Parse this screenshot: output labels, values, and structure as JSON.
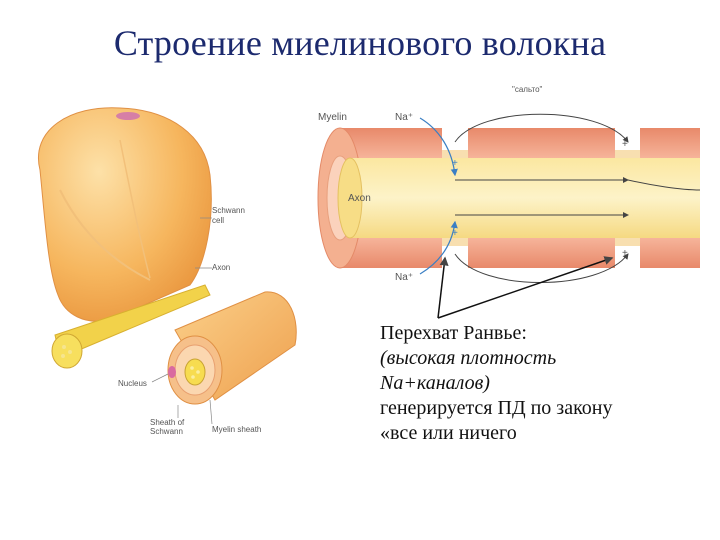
{
  "title": "Строение миелинового волокна",
  "left_diagram": {
    "labels": {
      "schwann_cell": "Schwann\ncell",
      "axon": "Axon",
      "nucleus": "Nucleus",
      "sheath_of_schwann": "Sheath of\nSchwann",
      "myelin_sheath": "Myelin sheath"
    }
  },
  "right_diagram": {
    "saltatory_label": "\"сальто\"",
    "labels": {
      "myelin": "Myelin",
      "na_top": "Na⁺",
      "na_bottom": "Na⁺",
      "axon": "Axon"
    }
  },
  "caption": {
    "line1": "Перехват Ранвье:",
    "line2": "(высокая плотность",
    "line3": "Na+каналов)",
    "line4": "генерируется ПД по закону",
    "line5": "«все или ничего"
  },
  "colors": {
    "title": "#1c2a6e",
    "myelin": "#f0a07a",
    "axon": "#fbe9a0",
    "schwann": "#f7b85a"
  }
}
